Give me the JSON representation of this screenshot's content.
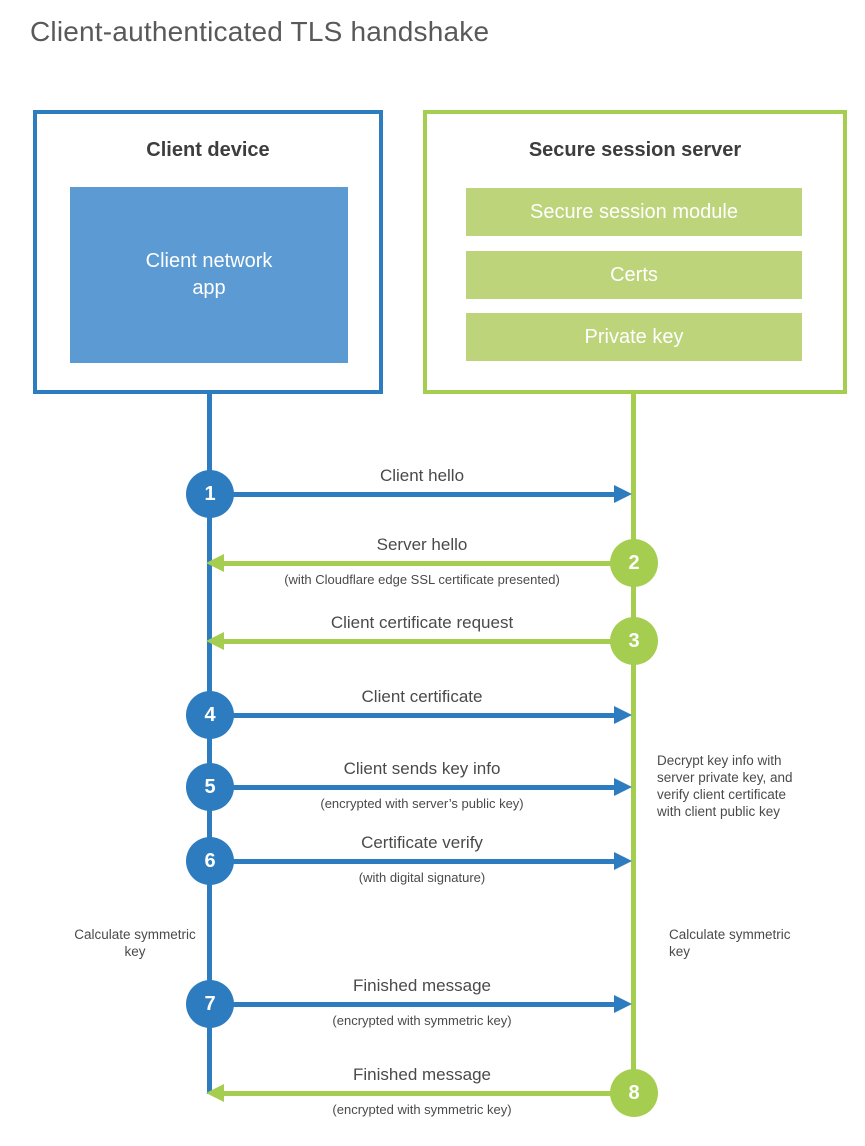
{
  "title": "Client-authenticated TLS handshake",
  "colors": {
    "client_accent": "#2e7cc0",
    "client_fill": "#5b9ad2",
    "server_accent": "#a5cd50",
    "server_fill": "#bdd47b",
    "text": "#4a4a4a"
  },
  "client_box": {
    "title": "Client device",
    "app_label": "Client network app"
  },
  "server_box": {
    "title": "Secure session server",
    "modules": [
      "Secure session module",
      "Certs",
      "Private key"
    ]
  },
  "messages": [
    {
      "step": "1",
      "from": "client",
      "label": "Client hello",
      "sublabel": ""
    },
    {
      "step": "2",
      "from": "server",
      "label": "Server hello",
      "sublabel": "(with Cloudflare edge SSL certificate presented)"
    },
    {
      "step": "3",
      "from": "server",
      "label": "Client certificate request",
      "sublabel": ""
    },
    {
      "step": "4",
      "from": "client",
      "label": "Client certificate",
      "sublabel": ""
    },
    {
      "step": "5",
      "from": "client",
      "label": "Client sends key info",
      "sublabel": "(encrypted with server’s public key)"
    },
    {
      "step": "6",
      "from": "client",
      "label": "Certificate verify",
      "sublabel": "(with digital signature)"
    },
    {
      "step": "7",
      "from": "client",
      "label": "Finished message",
      "sublabel": "(encrypted with symmetric key)"
    },
    {
      "step": "8",
      "from": "server",
      "label": "Finished message",
      "sublabel": "(encrypted with symmetric key)"
    }
  ],
  "notes": {
    "decrypt": "Decrypt key info with server private key, and verify client certificate with client public key",
    "calc_left": "Calculate symmetric key",
    "calc_right": "Calculate symmetric key"
  }
}
